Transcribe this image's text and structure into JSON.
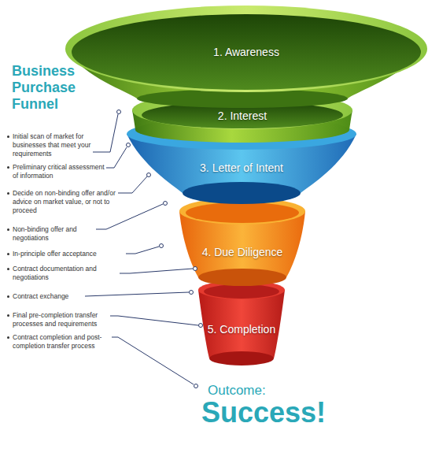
{
  "diagram": {
    "title": "Business Purchase Funnel",
    "nodes": [
      {
        "text": [
          "1. Awareness"
        ]
      },
      {
        "text": [
          "2. Interest"
        ]
      },
      {
        "text": [
          "3. Letter of Intent"
        ]
      },
      {
        "text": [
          "4. Due Diligence"
        ]
      },
      {
        "text": [
          "5. Completion"
        ]
      }
    ],
    "labels": [
      "Initial scan of market for businesses that meet your requirements",
      "Preliminary critical assessment of information",
      "Decide on non-binding offer and/or advice on market value, or not to proceed",
      "Non-binding offer and negotiations",
      "In-principle offer acceptance",
      "Contract documentation and negotiations",
      "Contract exchange",
      "Final pre-completion transfer processes and requirements",
      "Contract completion and post-completion transfer process",
      "Outcome:",
      "Success!"
    ]
  }
}
